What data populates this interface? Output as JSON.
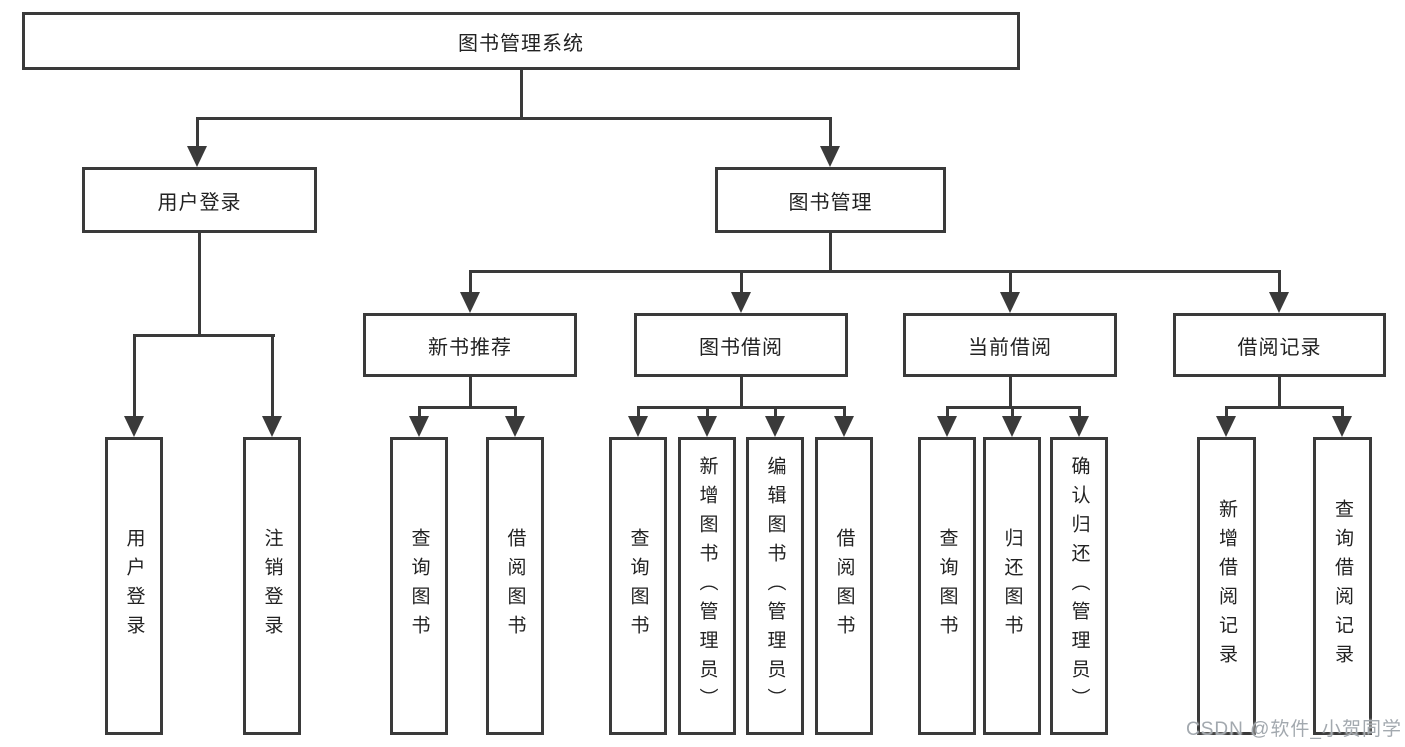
{
  "diagram": {
    "title": "图书管理系统",
    "nodes": {
      "root": "图书管理系统",
      "user_login": "用户登录",
      "book_management": "图书管理",
      "new_books": "新书推荐",
      "book_borrowing": "图书借阅",
      "current_borrowing": "当前借阅",
      "borrowing_records": "借阅记录",
      "leaf_user_login": "用户登录",
      "leaf_logout": "注销登录",
      "leaf_nb_search_book": "查询图书",
      "leaf_nb_borrow_book": "借阅图书",
      "leaf_bb_search_book": "查询图书",
      "leaf_bb_add_book": "新增图书（管理员）",
      "leaf_bb_edit_book": "编辑图书（管理员）",
      "leaf_bb_borrow_book": "借阅图书",
      "leaf_cb_search_book": "查询图书",
      "leaf_cb_return_book": "归还图书",
      "leaf_cb_confirm_return": "确认归还（管理员）",
      "leaf_br_add_record": "新增借阅记录",
      "leaf_br_search_record": "查询借阅记录"
    },
    "colors": {
      "line": "#3a3a3a",
      "text": "#222222",
      "bg": "#ffffff",
      "watermark": "#a3a9af"
    }
  },
  "watermark": {
    "text": "CSDN @软件_小贺同学"
  }
}
